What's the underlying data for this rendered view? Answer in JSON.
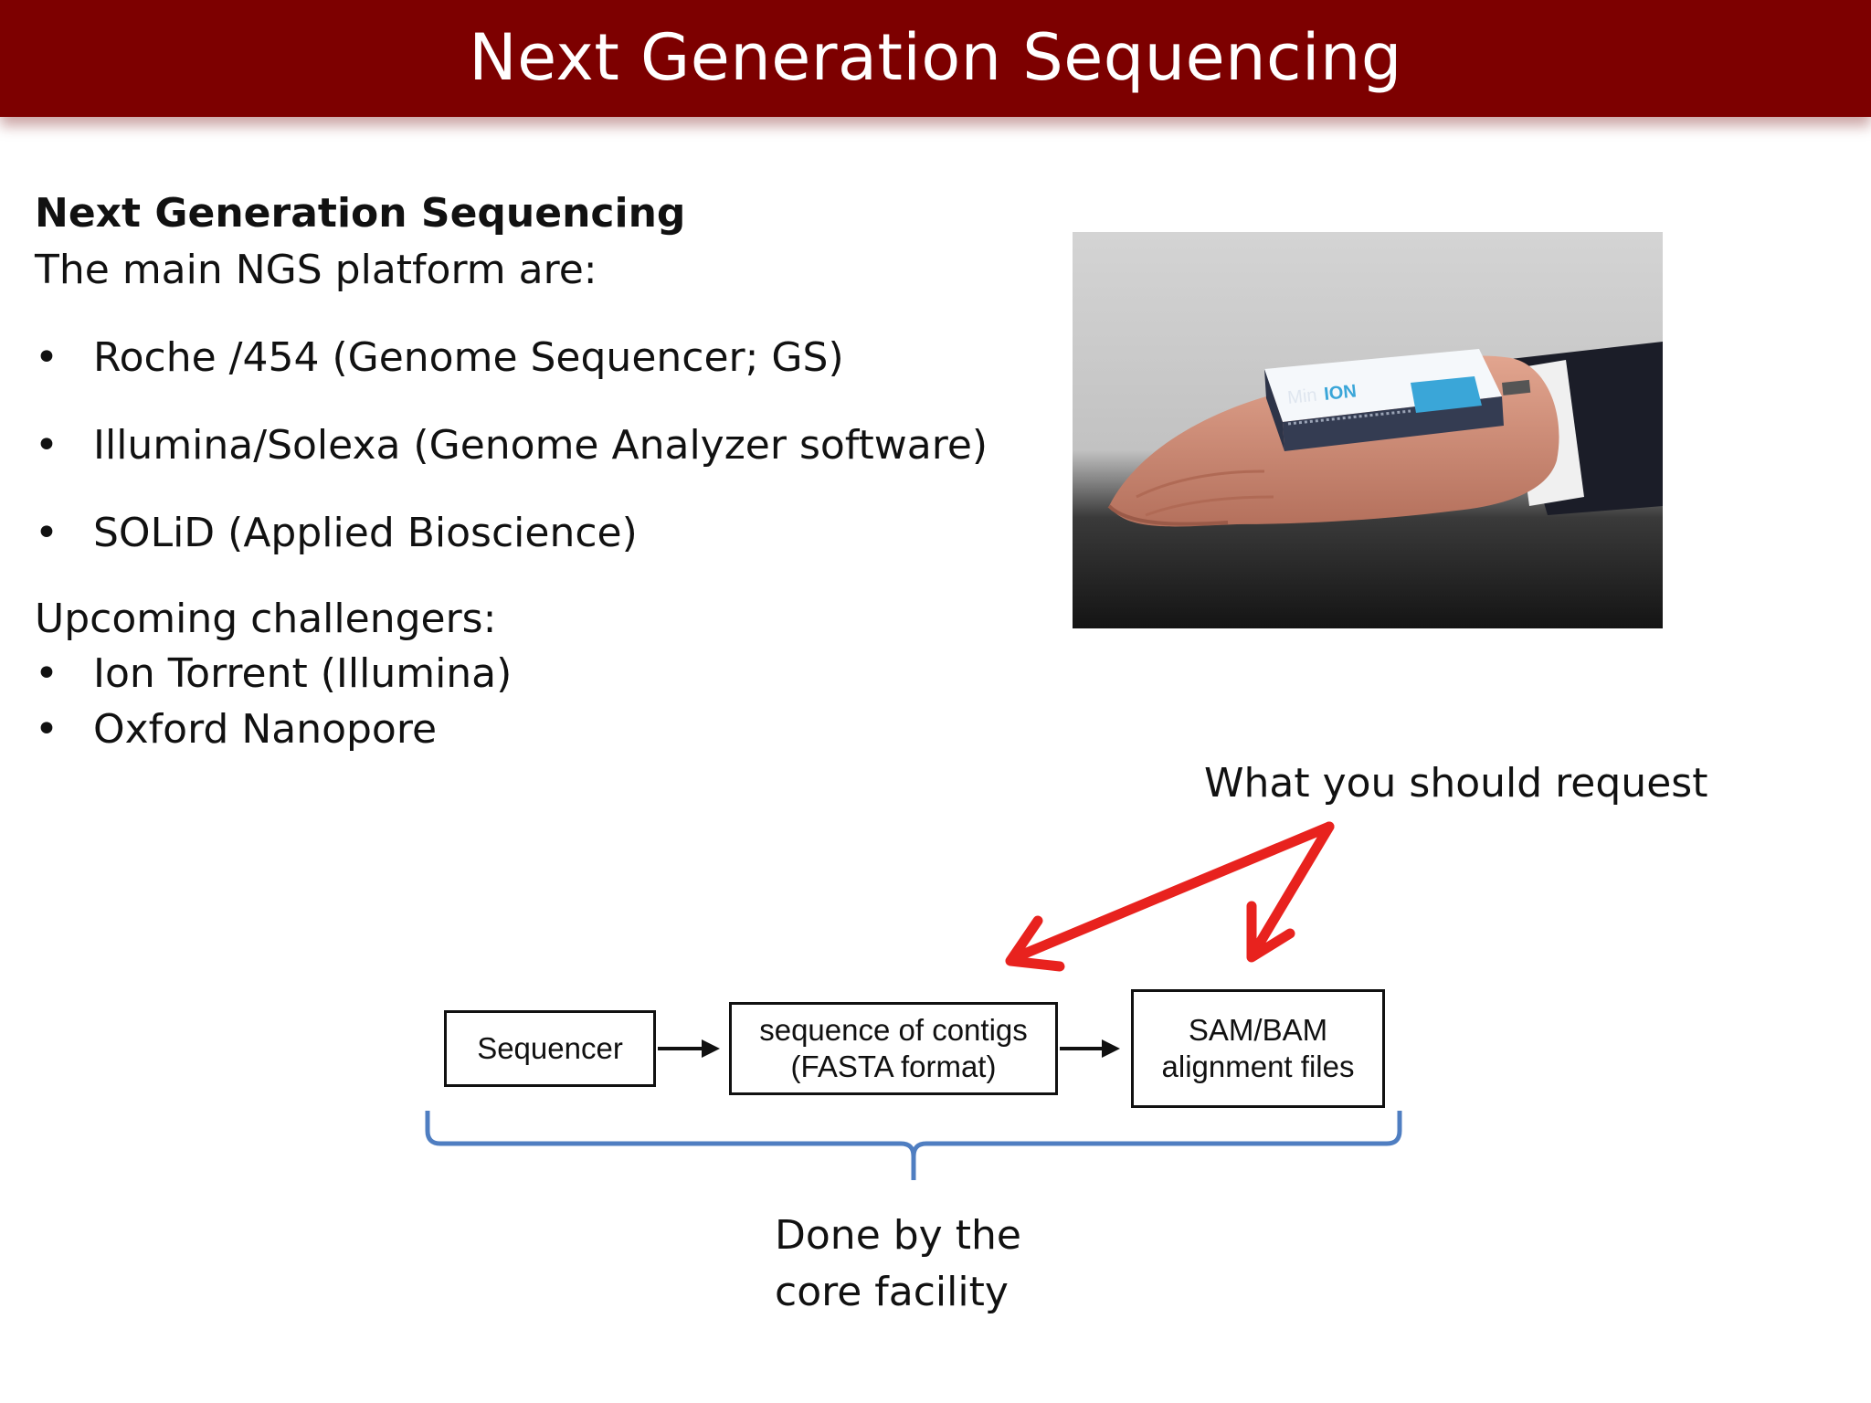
{
  "slide": {
    "title": "Next Generation Sequencing"
  },
  "content": {
    "heading": "Next Generation Sequencing",
    "intro": "The main NGS platform are:",
    "bullet_symbol": "•",
    "platforms": [
      "Roche /454 (Genome Sequencer; GS)",
      "Illumina/Solexa (Genome Analyzer software)",
      "SOLiD (Applied Bioscience)"
    ],
    "challengers_label": "Upcoming challengers:",
    "challengers": [
      "Ion Torrent (Illumina)",
      "Oxford Nanopore"
    ]
  },
  "photo": {
    "device_label_1": "Min",
    "device_label_2": "ION"
  },
  "diagram": {
    "request_label": "What you should request",
    "boxes": [
      {
        "lines": [
          "Sequencer"
        ]
      },
      {
        "lines": [
          "sequence of contigs",
          "(FASTA format)"
        ]
      },
      {
        "lines": [
          "SAM/BAM",
          "alignment files"
        ]
      }
    ],
    "facility_label_line1": "Done by the",
    "facility_label_line2": "core facility",
    "arrow_color": "#e8221e",
    "brace_color": "#4f7ec1"
  }
}
